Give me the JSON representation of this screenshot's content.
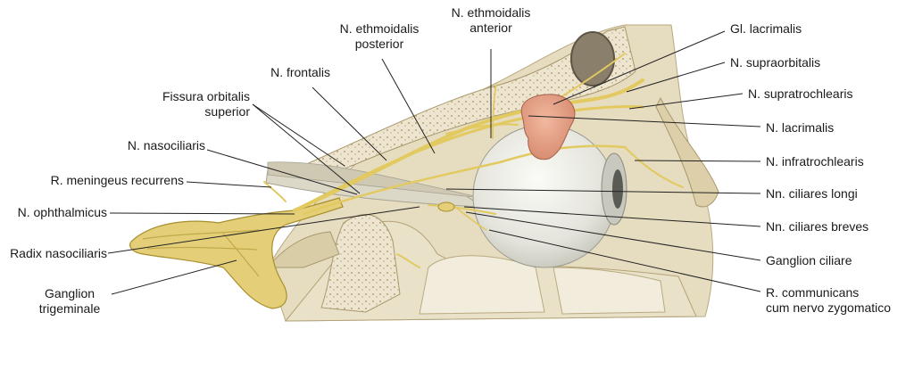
{
  "labels": {
    "ethmoidalis_anterior": [
      "N. ethmoidalis",
      "anterior"
    ],
    "ethmoidalis_posterior": [
      "N. ethmoidalis",
      "posterior"
    ],
    "frontalis": "N. frontalis",
    "fissura": [
      "Fissura orbitalis",
      "superior"
    ],
    "nasociliaris": "N. nasociliaris",
    "meningeus": "R. meningeus recurrens",
    "ophthalmicus": "N. ophthalmicus",
    "radix": "Radix nasociliaris",
    "ganglion_trigeminale": [
      "Ganglion",
      "trigeminale"
    ],
    "gl_lacrimalis": "Gl. lacrimalis",
    "supraorbitalis": "N. supraorbitalis",
    "supratrochlearis": "N. supratrochlearis",
    "lacrimalis": "N. lacrimalis",
    "infratrochlearis": "N. infratrochlearis",
    "ciliares_longi": "Nn. ciliares longi",
    "ciliares_breves": "Nn. ciliares breves",
    "ganglion_ciliare": "Ganglion ciliare",
    "communicans": [
      "R. communicans",
      "cum nervo zygomatico"
    ]
  },
  "colors": {
    "bone": "#e8dfc4",
    "bone_dark": "#c9bc98",
    "bone_cut": "#f3efe2",
    "nerve": "#e7cf6a",
    "nerve_dark": "#b59a2c",
    "eye": "#eeeee8",
    "gland": "#e9a58a",
    "leader": "#222222"
  }
}
